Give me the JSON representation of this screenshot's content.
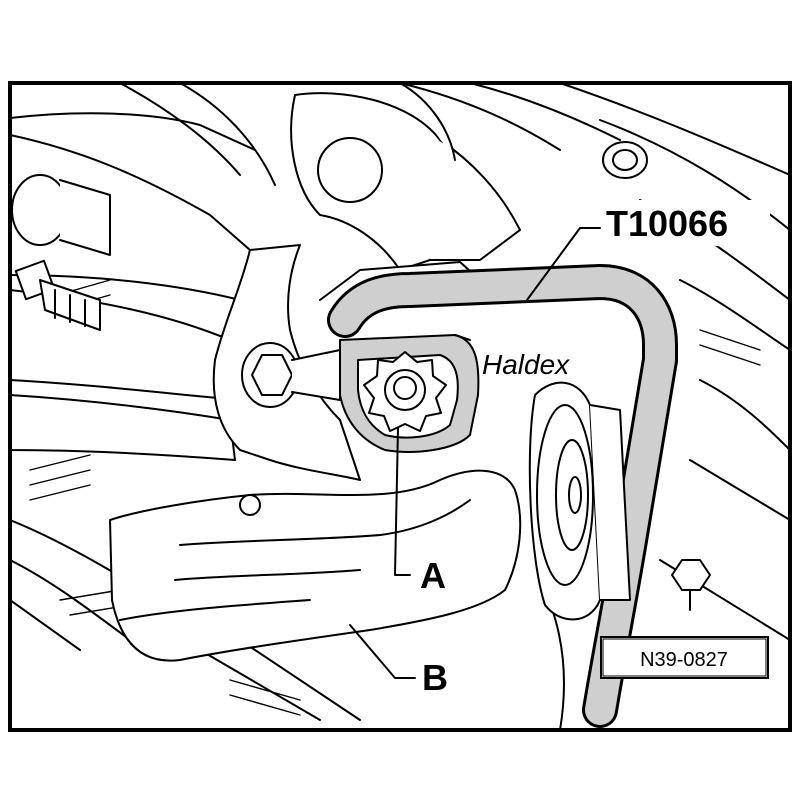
{
  "diagram": {
    "tool_label": "T10066",
    "tool_brand": "Haldex",
    "callouts": {
      "a": "A",
      "b": "B"
    },
    "reference_number": "N39-0827"
  }
}
